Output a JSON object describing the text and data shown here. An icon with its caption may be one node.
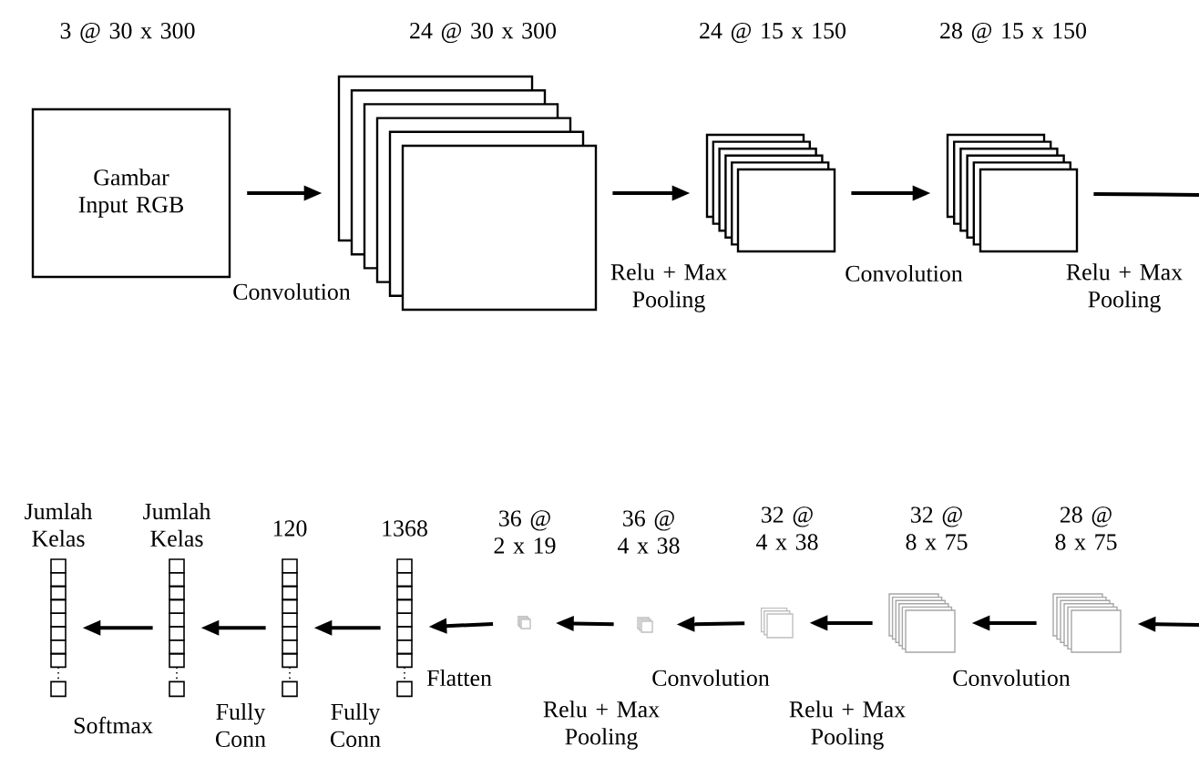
{
  "diagram": {
    "nodes": [
      {
        "text": [
          "3 @ 30 x 300",
          "Gambar Input RGB"
        ]
      },
      {
        "text": [
          "24 @ 30 x 300"
        ]
      },
      {
        "text": [
          "24 @ 15 x 150"
        ]
      },
      {
        "text": [
          "28 @ 15 x 150"
        ]
      },
      {
        "text": [
          "28 @ 8 x 75"
        ]
      },
      {
        "text": [
          "32 @ 8 x 75"
        ]
      },
      {
        "text": [
          "32 @ 4 x 38"
        ]
      },
      {
        "text": [
          "36 @ 4 x 38"
        ]
      },
      {
        "text": [
          "36 @ 2 x 19"
        ]
      },
      {
        "text": [
          "1368"
        ]
      },
      {
        "text": [
          "120"
        ]
      },
      {
        "text": [
          "Jumlah Kelas"
        ]
      },
      {
        "text": [
          "Jumlah Kelas"
        ]
      }
    ],
    "edges": [
      {
        "from": 0,
        "to": 1,
        "arrow": "to",
        "label": "Convolution"
      },
      {
        "from": 1,
        "to": 2,
        "arrow": "to",
        "label": "Relu + Max Pooling"
      },
      {
        "from": 2,
        "to": 3,
        "arrow": "to",
        "label": "Convolution"
      },
      {
        "from": 3,
        "to": null,
        "arrow": "none",
        "label": "Relu + Max Pooling"
      },
      {
        "from": null,
        "to": 4,
        "arrow": "to"
      },
      {
        "from": 4,
        "to": 5,
        "arrow": "to",
        "label": "Convolution"
      },
      {
        "from": 5,
        "to": 6,
        "arrow": "to",
        "label": "Relu + Max Pooling"
      },
      {
        "from": 6,
        "to": 7,
        "arrow": "to",
        "label": "Convolution"
      },
      {
        "from": 7,
        "to": 8,
        "arrow": "to",
        "label": "Relu + Max Pooling"
      },
      {
        "from": 8,
        "to": 9,
        "arrow": "to",
        "label": "Flatten"
      },
      {
        "from": 9,
        "to": 10,
        "arrow": "to",
        "label": "Fully Conn"
      },
      {
        "from": 10,
        "to": 11,
        "arrow": "to",
        "label": "Fully Conn"
      },
      {
        "from": 11,
        "to": 12,
        "arrow": "to",
        "label": "Softmax"
      }
    ]
  }
}
